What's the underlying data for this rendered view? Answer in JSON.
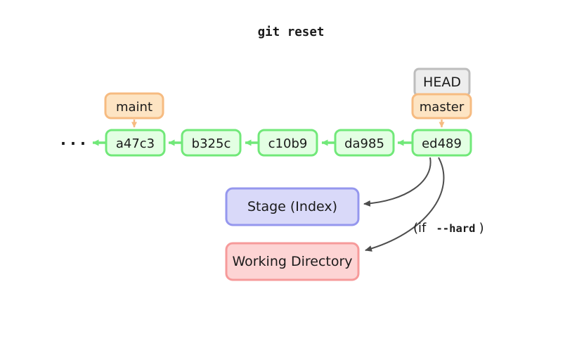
{
  "title": "git reset",
  "graph": {
    "ellipsis": "...",
    "commits": [
      {
        "label": "a47c3"
      },
      {
        "label": "b325c"
      },
      {
        "label": "c10b9"
      },
      {
        "label": "da985"
      },
      {
        "label": "ed489"
      }
    ],
    "branches": [
      {
        "label": "maint"
      },
      {
        "label": "master"
      }
    ],
    "head_label": "HEAD"
  },
  "targets": {
    "stage": "Stage (Index)",
    "working_directory": "Working Directory"
  },
  "annotation": {
    "prefix": "(if",
    "command": "--hard",
    "suffix": ")"
  },
  "colors": {
    "green_border": "#71e879",
    "green_fill": "#e3ffe3",
    "orange_border": "#f6bb81",
    "orange_fill": "#fde4c3",
    "gray_border": "#bdbdbd",
    "gray_fill": "#ededed",
    "purple_border": "#9597ee",
    "purple_fill": "#d9d9f9",
    "red_border": "#f69a9a",
    "red_fill": "#fdd4d4",
    "arrow_dark": "#4d4d4d",
    "text": "#1a1a1a"
  }
}
